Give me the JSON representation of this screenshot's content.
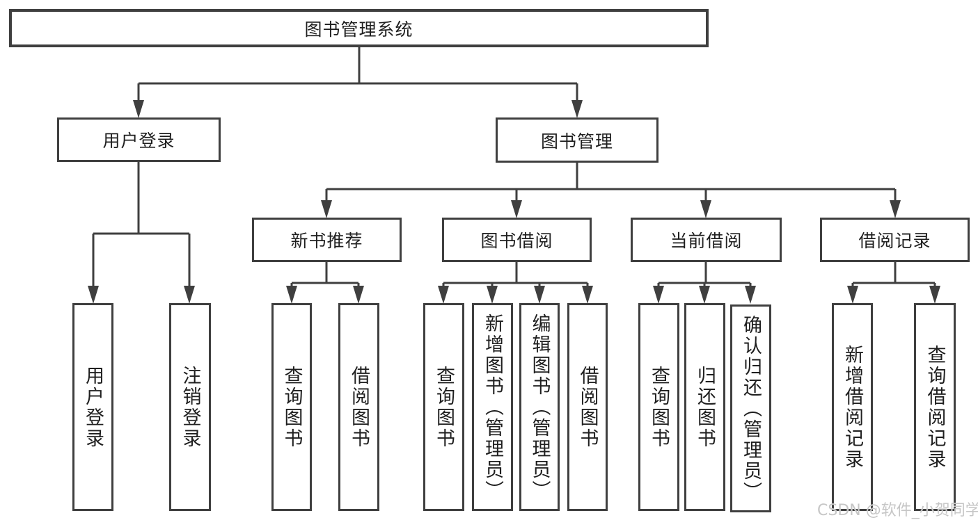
{
  "colors": {
    "line": "#3f3f3f",
    "box_bg": "#ffffff",
    "text": "#1f1f1f",
    "watermark": "#c6c6c6"
  },
  "tree": {
    "root": {
      "label": "图书管理系统"
    },
    "branches": [
      {
        "label": "用户登录",
        "children": [
          {
            "label": "用户登录"
          },
          {
            "label": "注销登录"
          }
        ]
      },
      {
        "label": "图书管理",
        "children": [
          {
            "label": "新书推荐",
            "children": [
              {
                "label": "查询图书"
              },
              {
                "label": "借阅图书"
              }
            ]
          },
          {
            "label": "图书借阅",
            "children": [
              {
                "label": "查询图书"
              },
              {
                "label": "新增图书（管理员）"
              },
              {
                "label": "编辑图书（管理员）"
              },
              {
                "label": "借阅图书"
              }
            ]
          },
          {
            "label": "当前借阅",
            "children": [
              {
                "label": "查询图书"
              },
              {
                "label": "归还图书"
              },
              {
                "label": "确认归还（管理员）"
              }
            ]
          },
          {
            "label": "借阅记录",
            "children": [
              {
                "label": "新增借阅记录"
              },
              {
                "label": "查询借阅记录"
              }
            ]
          }
        ]
      }
    ]
  },
  "watermark": {
    "text": "CSDN @软件_小贺同学"
  }
}
